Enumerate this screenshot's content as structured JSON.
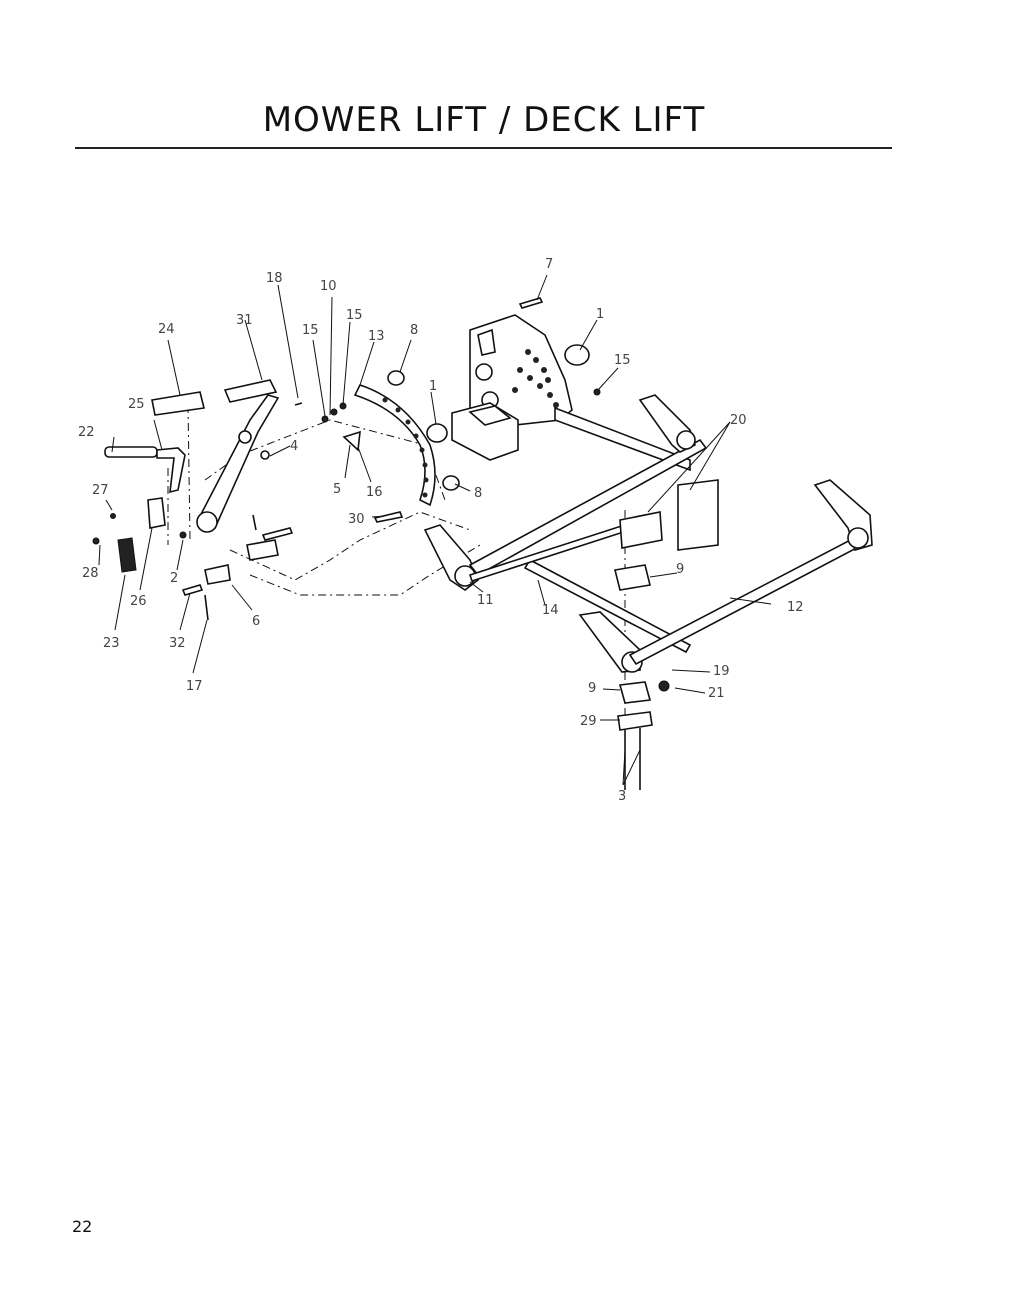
{
  "title": "MOWER LIFT / DECK LIFT",
  "page_number": "22",
  "callouts": {
    "c1a": "1",
    "c1b": "1",
    "c2": "2",
    "c3": "3",
    "c4": "4",
    "c5": "5",
    "c6": "6",
    "c7": "7",
    "c8a": "8",
    "c8b": "8",
    "c9a": "9",
    "c9b": "9",
    "c10": "10",
    "c11": "11",
    "c12": "12",
    "c13": "13",
    "c14": "14",
    "c15a": "15",
    "c15b": "15",
    "c15c": "15",
    "c16": "16",
    "c17": "17",
    "c18": "18",
    "c19": "19",
    "c20": "20",
    "c21": "21",
    "c22": "22",
    "c23": "23",
    "c24": "24",
    "c25": "25",
    "c26": "26",
    "c27": "27",
    "c28": "28",
    "c29": "29",
    "c30": "30",
    "c31": "31",
    "c32": "32"
  }
}
